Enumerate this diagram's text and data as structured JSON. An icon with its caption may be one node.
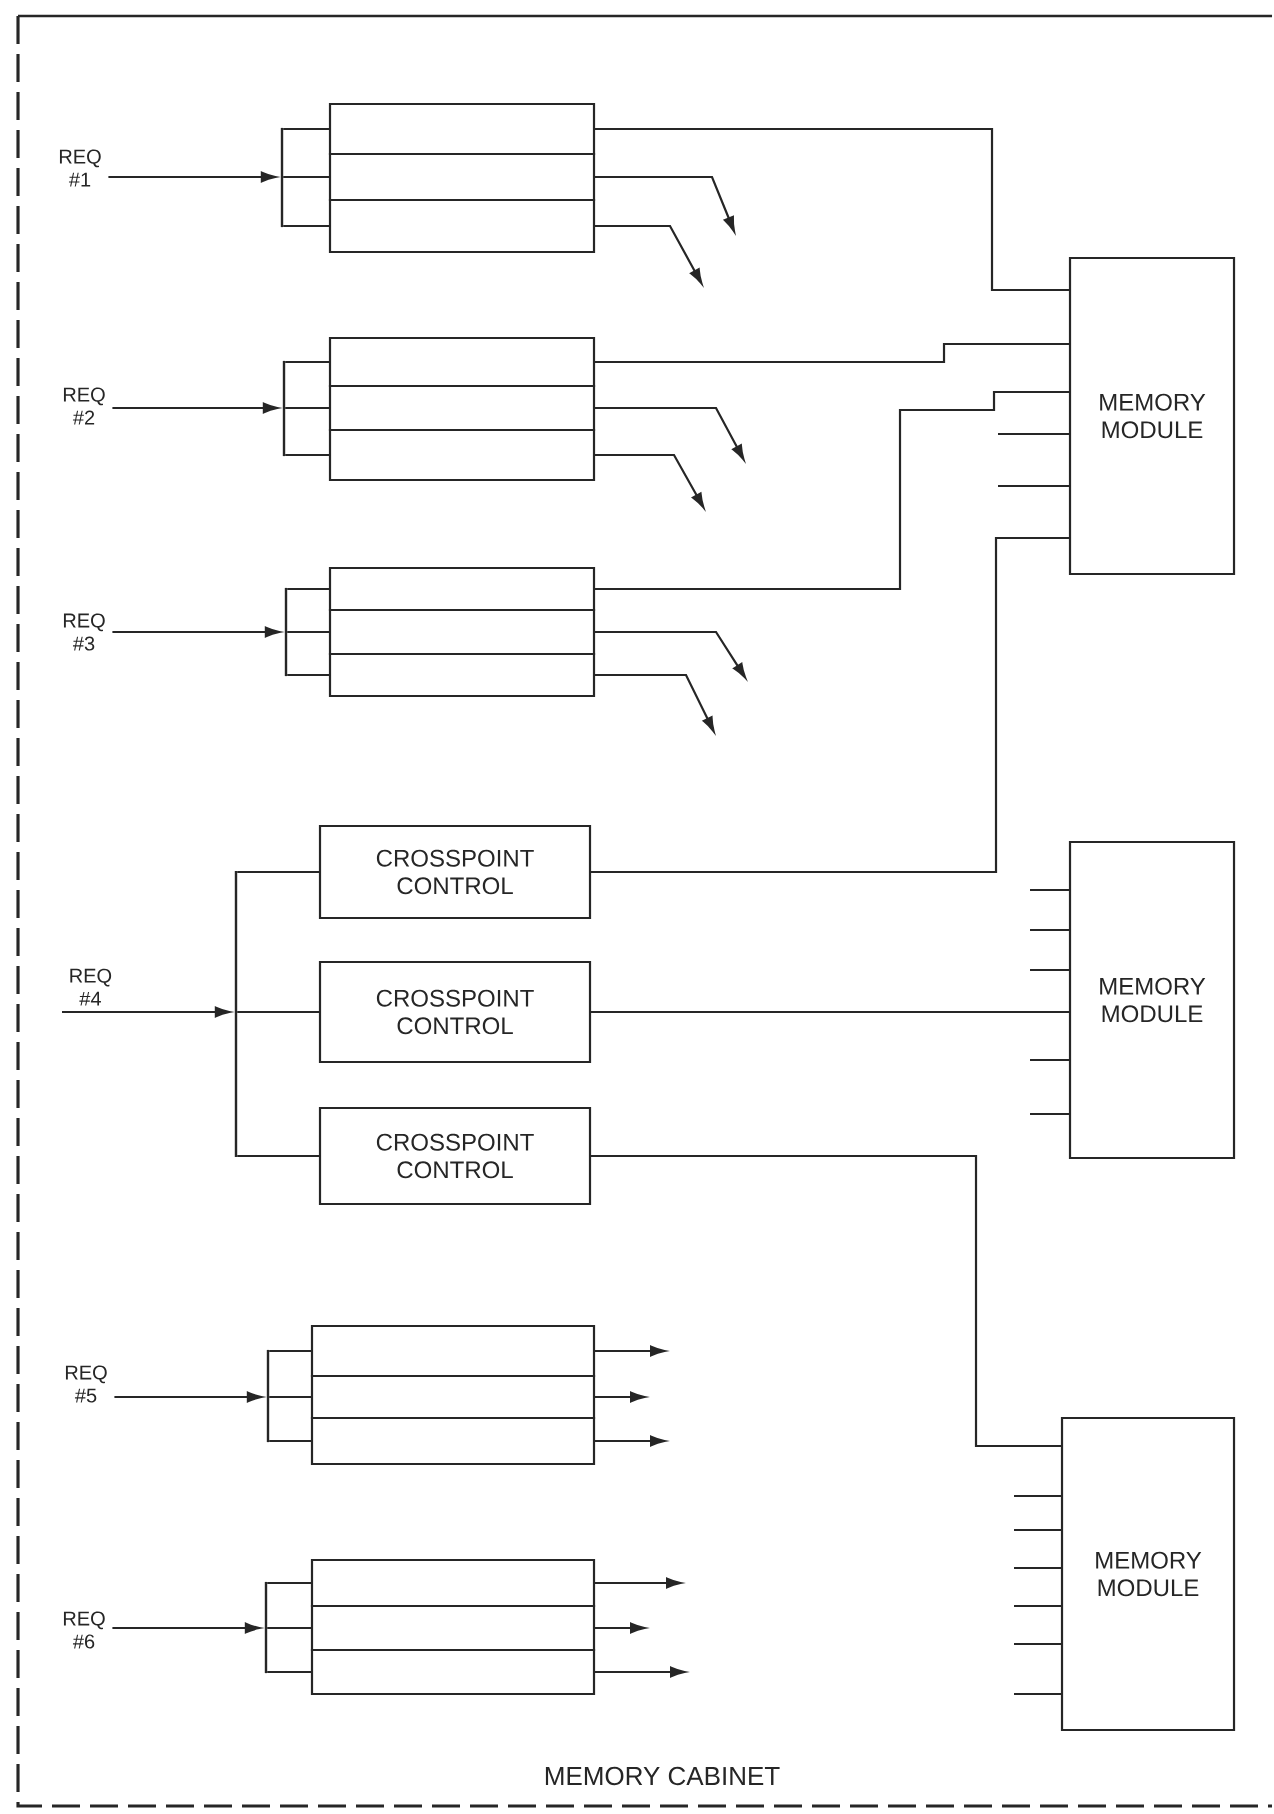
{
  "diagram": {
    "nodes": [
      {
        "text": [
          "MEMORY CABINET"
        ]
      },
      {
        "text": [
          "REQ #1"
        ],
        "in": 0
      },
      {
        "text": [],
        "shape": "bar",
        "in": 0
      },
      {
        "text": [],
        "shape": "box",
        "in": 0
      },
      {
        "text": [],
        "shape": "box",
        "in": 0
      },
      {
        "text": [],
        "shape": "box",
        "in": 0
      },
      {
        "text": [
          "REQ #2"
        ],
        "in": 0
      },
      {
        "text": [],
        "shape": "bar",
        "in": 0
      },
      {
        "text": [],
        "shape": "box",
        "in": 0
      },
      {
        "text": [],
        "shape": "box",
        "in": 0
      },
      {
        "text": [],
        "shape": "box",
        "in": 0
      },
      {
        "text": [
          "REQ #3"
        ],
        "in": 0
      },
      {
        "text": [],
        "shape": "bar",
        "in": 0
      },
      {
        "text": [],
        "shape": "box",
        "in": 0
      },
      {
        "text": [],
        "shape": "box",
        "in": 0
      },
      {
        "text": [],
        "shape": "box",
        "in": 0
      },
      {
        "text": [
          "MEMORY MODULE"
        ],
        "in": 0
      },
      {
        "text": [
          "CROSSPOINT CONTROL"
        ],
        "in": 0
      },
      {
        "text": [
          "REQ #4"
        ],
        "in": 0
      },
      {
        "text": [],
        "shape": "bar",
        "in": 0
      },
      {
        "text": [
          "CROSSPOINT CONTROL"
        ],
        "in": 0
      },
      {
        "text": [
          "MEMORY MODULE"
        ],
        "in": 0
      },
      {
        "text": [
          "CROSSPOINT CONTROL"
        ],
        "in": 0
      },
      {
        "text": [
          "REQ #5"
        ],
        "in": 0
      },
      {
        "text": [],
        "shape": "bar",
        "in": 0
      },
      {
        "text": [],
        "shape": "box",
        "in": 0
      },
      {
        "text": [],
        "shape": "box",
        "in": 0
      },
      {
        "text": [],
        "shape": "box",
        "in": 0
      },
      {
        "text": [
          "MEMORY MODULE"
        ],
        "in": 0
      },
      {
        "text": [
          "REQ #6"
        ],
        "in": 0
      },
      {
        "text": [],
        "shape": "bar",
        "in": 0
      },
      {
        "text": [],
        "shape": "box",
        "in": 0
      },
      {
        "text": [],
        "shape": "box",
        "in": 0
      },
      {
        "text": [],
        "shape": "box",
        "in": 0
      }
    ],
    "edges": [
      {
        "from": 1,
        "to": 2,
        "arrow": "to"
      },
      {
        "from": 2,
        "to": 3,
        "arrow": "none"
      },
      {
        "from": 2,
        "to": 4,
        "arrow": "none"
      },
      {
        "from": 2,
        "to": 5,
        "arrow": "none"
      },
      {
        "from": 6,
        "to": 7,
        "arrow": "to"
      },
      {
        "from": 7,
        "to": 8,
        "arrow": "none"
      },
      {
        "from": 7,
        "to": 9,
        "arrow": "none"
      },
      {
        "from": 7,
        "to": 10,
        "arrow": "none"
      },
      {
        "from": 11,
        "to": 12,
        "arrow": "to"
      },
      {
        "from": 12,
        "to": 13,
        "arrow": "none"
      },
      {
        "from": 12,
        "to": 14,
        "arrow": "none"
      },
      {
        "from": 12,
        "to": 15,
        "arrow": "none"
      },
      {
        "from": 18,
        "to": 19,
        "arrow": "to"
      },
      {
        "from": 19,
        "to": 17,
        "arrow": "none"
      },
      {
        "from": 19,
        "to": 20,
        "arrow": "none"
      },
      {
        "from": 19,
        "to": 22,
        "arrow": "none"
      },
      {
        "from": 23,
        "to": 24,
        "arrow": "to"
      },
      {
        "from": 24,
        "to": 25,
        "arrow": "none"
      },
      {
        "from": 24,
        "to": 26,
        "arrow": "none"
      },
      {
        "from": 24,
        "to": 27,
        "arrow": "none"
      },
      {
        "from": 29,
        "to": 30,
        "arrow": "to"
      },
      {
        "from": 30,
        "to": 31,
        "arrow": "none"
      },
      {
        "from": 30,
        "to": 32,
        "arrow": "none"
      },
      {
        "from": 30,
        "to": 33,
        "arrow": "none"
      },
      {
        "from": 3,
        "to": 16,
        "arrow": "none"
      },
      {
        "from": 8,
        "to": 16,
        "arrow": "none"
      },
      {
        "from": 13,
        "to": 16,
        "arrow": "none"
      },
      {
        "from": 17,
        "to": 16,
        "arrow": "none"
      },
      {
        "from": 20,
        "to": 21,
        "arrow": "none"
      },
      {
        "from": 22,
        "to": 28,
        "arrow": "none"
      },
      {
        "from": 4,
        "to": null,
        "arrow": "to"
      },
      {
        "from": 5,
        "to": null,
        "arrow": "to"
      },
      {
        "from": 9,
        "to": null,
        "arrow": "to"
      },
      {
        "from": 10,
        "to": null,
        "arrow": "to"
      },
      {
        "from": 14,
        "to": null,
        "arrow": "to"
      },
      {
        "from": 15,
        "to": null,
        "arrow": "to"
      },
      {
        "from": 25,
        "to": null,
        "arrow": "to"
      },
      {
        "from": 26,
        "to": null,
        "arrow": "to"
      },
      {
        "from": 27,
        "to": null,
        "arrow": "to"
      },
      {
        "from": 31,
        "to": null,
        "arrow": "to"
      },
      {
        "from": 32,
        "to": null,
        "arrow": "to"
      },
      {
        "from": 33,
        "to": null,
        "arrow": "to"
      },
      {
        "from": null,
        "to": 16,
        "arrow": "none"
      },
      {
        "from": null,
        "to": 16,
        "arrow": "none"
      },
      {
        "from": null,
        "to": 21,
        "arrow": "none"
      },
      {
        "from": null,
        "to": 21,
        "arrow": "none"
      },
      {
        "from": null,
        "to": 21,
        "arrow": "none"
      },
      {
        "from": null,
        "to": 21,
        "arrow": "none"
      },
      {
        "from": null,
        "to": 21,
        "arrow": "none"
      },
      {
        "from": null,
        "to": 28,
        "arrow": "none"
      },
      {
        "from": null,
        "to": 28,
        "arrow": "none"
      },
      {
        "from": null,
        "to": 28,
        "arrow": "none"
      },
      {
        "from": null,
        "to": 28,
        "arrow": "none"
      },
      {
        "from": null,
        "to": 28,
        "arrow": "none"
      },
      {
        "from": null,
        "to": 28,
        "arrow": "none"
      }
    ]
  }
}
